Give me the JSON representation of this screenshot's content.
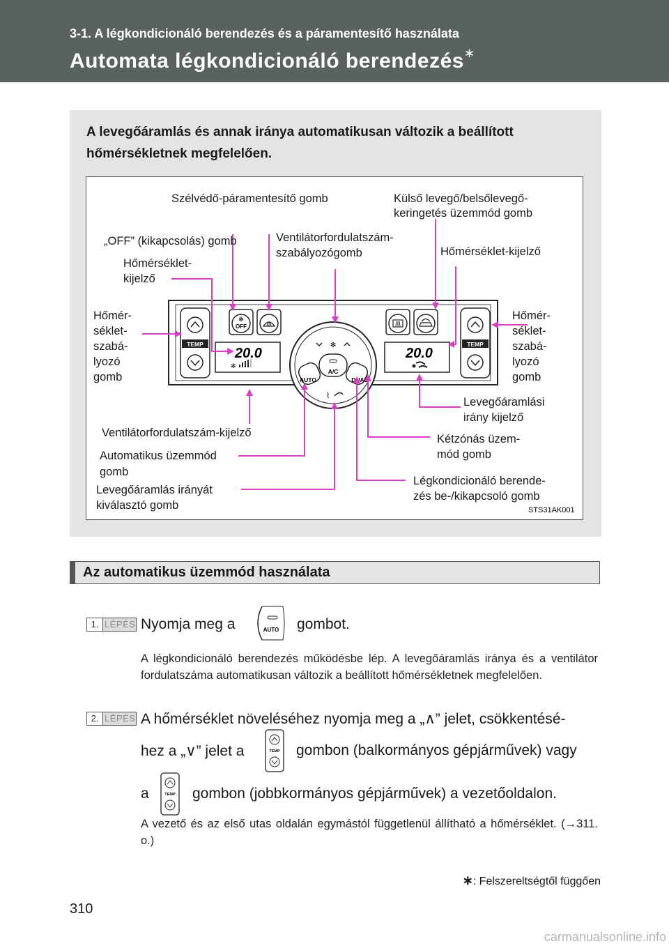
{
  "header": {
    "subtitle": "3-1. A légkondicionáló berendezés és a páramentesítő használata",
    "title": "Automata légkondicionáló berendezés",
    "title_mark": "∗"
  },
  "intro": {
    "text": "A levegőáramlás és annak iránya automatikusan változik a beállított hőmérsékletnek megfelelően."
  },
  "figure": {
    "code": "STS31AK001",
    "display_left": "20.0",
    "display_right": "20.0",
    "buttons": {
      "off": "OFF",
      "temp": "TEMP",
      "auto": "AUTO",
      "ac": "A/C",
      "dual": "DUAL"
    },
    "labels": {
      "windshield_defog": "Szélvédő-páramentesítő gomb",
      "outside_air_1": "Külső levegő/belsőlevegő-",
      "outside_air_2": "keringetés üzemmód gomb",
      "off_button": "„OFF” (kikapcsolás) gomb",
      "fan_speed_ctrl_1": "Ventilátorfordulatszám-",
      "fan_speed_ctrl_2": "szabályozógomb",
      "temp_display_right": "Hőmérséklet-kijelző",
      "temp_display_left_1": "Hőmérséklet-",
      "temp_display_left_2": "kijelző",
      "temp_ctrl_left": [
        "Hőmér-",
        "séklet-",
        "szabá-",
        "lyozó",
        "gomb"
      ],
      "temp_ctrl_right": [
        "Hőmér-",
        "séklet-",
        "szabá-",
        "lyozó",
        "gomb"
      ],
      "airflow_dir_display_1": "Levegőáramlási",
      "airflow_dir_display_2": "irány kijelző",
      "fan_speed_display": "Ventilátorfordulatszám-kijelző",
      "dual_zone_1": "Kétzónás üzem-",
      "dual_zone_2": "mód gomb",
      "auto_mode_1": "Automatikus üzemmód",
      "auto_mode_2": "gomb",
      "ac_onoff_1": "Légkondicionáló berende-",
      "ac_onoff_2": "zés be-/kikapcsoló gomb",
      "airflow_select_1": "Levegőáramlás irányát",
      "airflow_select_2": "kiválasztó gomb"
    }
  },
  "section": {
    "title": "Az automatikus üzemmód használata"
  },
  "steps": [
    {
      "num": "1.",
      "badge": "LÉPÉS",
      "text_before": "Nyomja meg a",
      "text_after": "gombot.",
      "button_label": "AUTO",
      "detail": "A légkondicionáló berendezés működésbe lép. A levegőáramlás iránya és a ventilátor fordulatszáma automatikusan változik a beállított hőmérsékletnek megfelelően."
    },
    {
      "num": "2.",
      "badge": "LÉPÉS",
      "line1": "A hőmérséklet növeléséhez nyomja meg a „∧” jelet, csökkentésé-",
      "line2_before": "hez a „∨” jelet a",
      "line2_after": "gombon (balkormányos gépjárművek) vagy",
      "line3_before": "a",
      "line3_after": "gombon (jobbkormányos gépjárművek) a vezetőoldalon.",
      "button_label": "TEMP",
      "detail": "A vezető és az első utas oldalán egymástól függetlenül állítható a hőmérséklet. (→311. o.)"
    }
  ],
  "footnote": {
    "mark": "∗",
    "text": ": Felszereltségtől függően"
  },
  "page_number": "310",
  "watermark": "carmanualsonline.info"
}
